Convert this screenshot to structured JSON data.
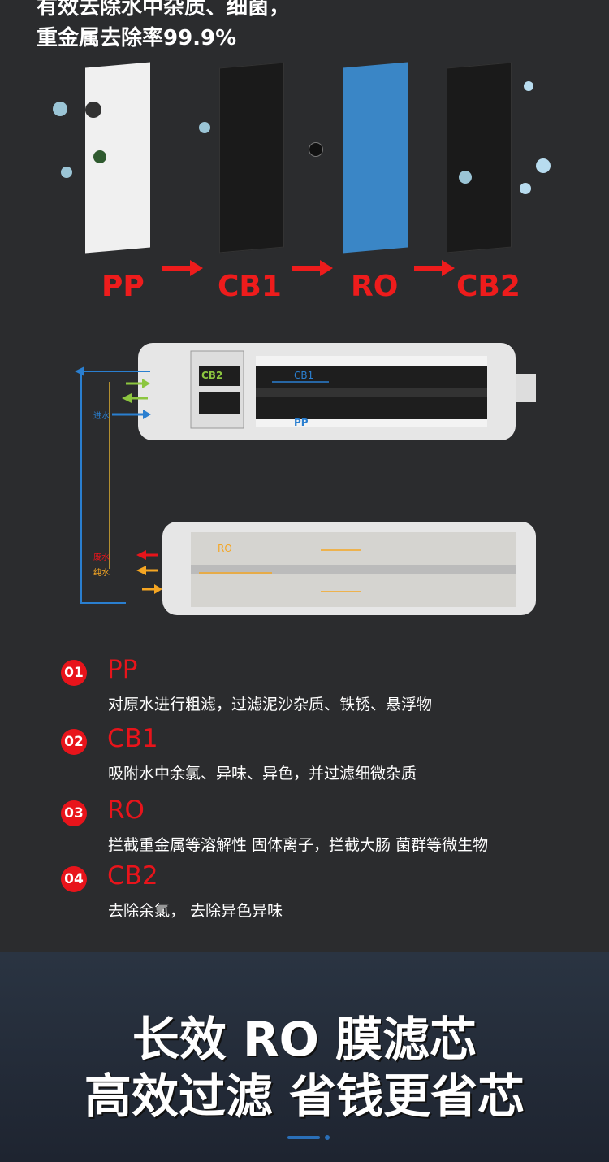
{
  "header": {
    "line1": "有效去除水中杂质、细菌，",
    "line2": "重金属去除率99.9%"
  },
  "filters": [
    {
      "label": "PP",
      "color": "#f2f2f2"
    },
    {
      "label": "CB1",
      "color": "#1b1b1b"
    },
    {
      "label": "RO",
      "color": "#3a86c6"
    },
    {
      "label": "CB2",
      "color": "#1b1b1b"
    }
  ],
  "diagram": {
    "cb2": "CB2",
    "cb1": "CB1",
    "pp": "PP",
    "ro": "RO",
    "inlet": "进水",
    "waste": "废水",
    "pure": "纯水"
  },
  "stages": [
    {
      "num": "01",
      "title": "PP",
      "desc": "对原水进行粗滤，过滤泥沙杂质、铁锈、悬浮物"
    },
    {
      "num": "02",
      "title": "CB1",
      "desc": "吸附水中余氯、异味、异色，并过滤细微杂质"
    },
    {
      "num": "03",
      "title": "RO",
      "desc": "拦截重金属等溶解性 固体离子，拦截大肠 菌群等微生物"
    },
    {
      "num": "04",
      "title": "CB2",
      "desc": "去除余氯，  去除异色异味"
    }
  ],
  "slogan": {
    "line1": "长效 RO 膜滤芯",
    "line2": "高效过滤 省钱更省芯"
  },
  "colors": {
    "accent_red": "#e8141b",
    "blue": "#2a7fd0",
    "green": "#8cc63f",
    "orange": "#f5a623"
  }
}
